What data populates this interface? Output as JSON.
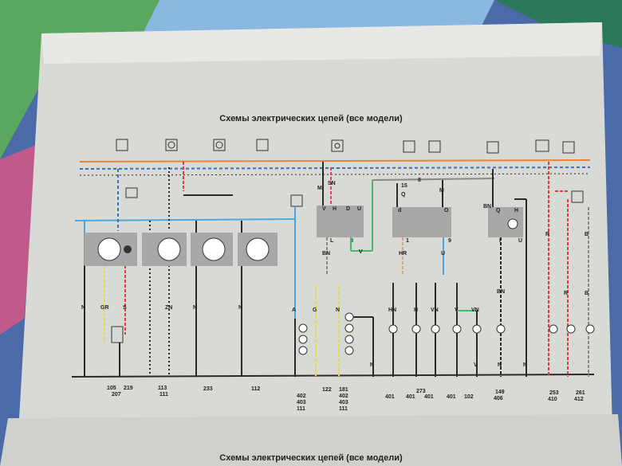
{
  "page": {
    "title": "Схемы электрических цепей (все модели)",
    "next_page_title": "Схемы электрических цепей (все модели)"
  },
  "wire_labels": {
    "w1": "N",
    "w2": "GR",
    "w3": "S",
    "w4": "ZN",
    "w5": "N",
    "w6": "N",
    "w7": "A",
    "w8": "G",
    "w9": "N",
    "w10": "BN",
    "w11": "HR",
    "w12": "U",
    "w13": "HN",
    "w14": "H",
    "w15": "VN",
    "w16": "V",
    "w17": "VN",
    "w18": "BN",
    "w19": "R",
    "w20": "R",
    "w21": "B",
    "w22": "B",
    "w23": "M",
    "w24": "SN",
    "w25": "V",
    "w26": "M",
    "w27": "BN",
    "w28": "N",
    "w29": "N",
    "w30": "N",
    "w31": "V"
  },
  "pin_labels": {
    "p1": "V",
    "p2": "H",
    "p3": "D",
    "p4": "U",
    "p5": "L",
    "p6": "I",
    "p7": "d",
    "p8": "O",
    "p9": "1",
    "p10": "9",
    "p11": "15",
    "p12": "Q",
    "p13": "H",
    "p14": "I",
    "p15": "U",
    "p16": "Q",
    "p17": "8"
  },
  "reference_codes": {
    "g1": [
      "105",
      "219",
      "207"
    ],
    "g2": [
      "113",
      "111"
    ],
    "g3": [
      "233"
    ],
    "g4": [
      "112"
    ],
    "g5": [
      "402",
      "403",
      "111"
    ],
    "g6": [
      "122",
      "181",
      "402",
      "403",
      "111"
    ],
    "g7": [
      "273",
      "401",
      "401",
      "401"
    ],
    "g8": [
      "401",
      "102"
    ],
    "g9": [
      "149",
      "406"
    ],
    "g10": [
      "253",
      "410"
    ],
    "g11": [
      "261",
      "412"
    ]
  },
  "colors": {
    "orange": "#e8833a",
    "blue": "#4aa8e0",
    "red": "#e03a3a",
    "pink": "#e0407a",
    "yellow": "#e8d84a",
    "green": "#4ab86a",
    "black": "#2a2a2a",
    "box": "#a8a8a8"
  }
}
